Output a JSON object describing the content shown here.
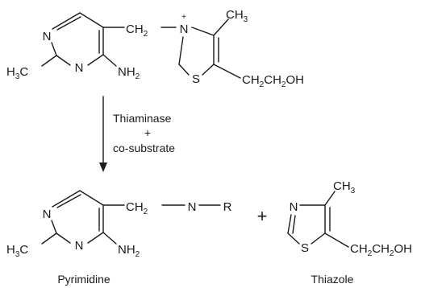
{
  "reactant": {
    "atoms": {
      "n1": "N",
      "n3": "N",
      "ch2_c": "CH",
      "ch2_sub": "2",
      "n_plus": "N",
      "charge": "+",
      "me_c": "CH",
      "me_sub": "3",
      "s": "S",
      "h3c_h": "H",
      "h3c_sub": "3",
      "h3c_c": "C",
      "nh2_n": "NH",
      "nh2_sub": "2",
      "side_c1": "CH",
      "side_sub1": "2",
      "side_c2": "CH",
      "side_sub2": "2",
      "side_oh": "OH"
    }
  },
  "arrow": {
    "line1": "Thiaminase",
    "line2": "+",
    "line3": "co-substrate"
  },
  "products": {
    "pyrimidine": {
      "atoms": {
        "n1": "N",
        "n3": "N",
        "ch2_c": "CH",
        "ch2_sub": "2",
        "n_link": "N",
        "r": "R",
        "h3c_h": "H",
        "h3c_sub": "3",
        "h3c_c": "C",
        "nh2_n": "NH",
        "nh2_sub": "2"
      },
      "caption": "Pyrimidine"
    },
    "plus": "+",
    "thiazole": {
      "atoms": {
        "n": "N",
        "s": "S",
        "me_c": "CH",
        "me_sub": "3",
        "side_c1": "CH",
        "side_sub1": "2",
        "side_c2": "CH",
        "side_sub2": "2",
        "side_oh": "OH"
      },
      "caption": "Thiazole"
    }
  }
}
